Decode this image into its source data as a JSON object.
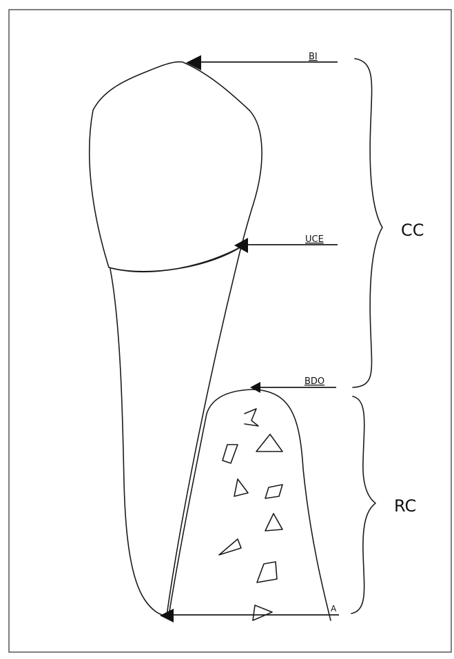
{
  "labels": {
    "bi": "BI",
    "uce": "UCE",
    "bdo": "BDO",
    "a": "A",
    "cc": "CC",
    "rc": "RC"
  }
}
